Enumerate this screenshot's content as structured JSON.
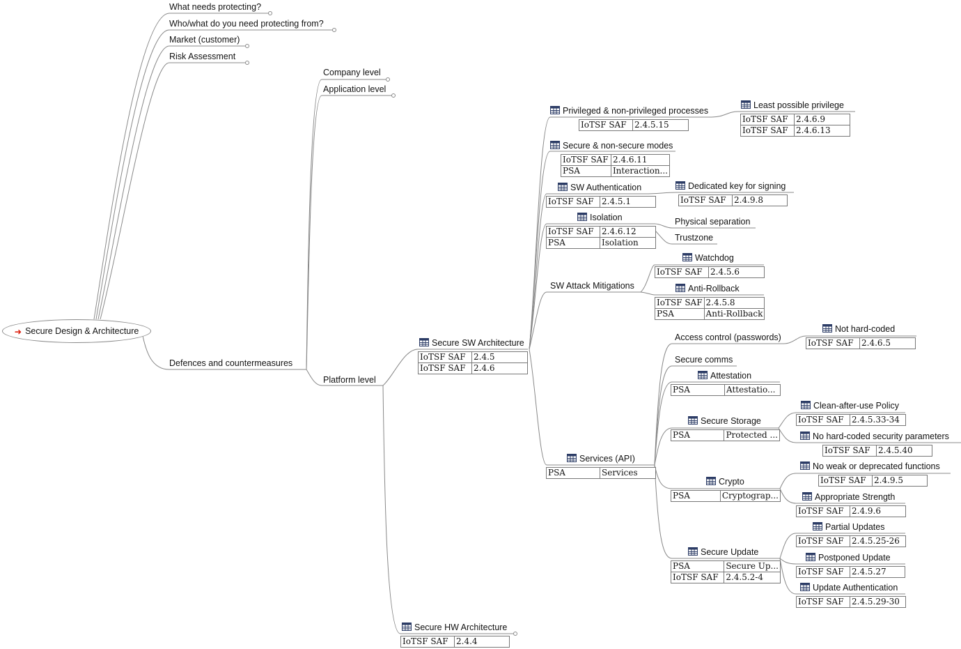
{
  "root": {
    "icon": "red-arrow-icon",
    "label": "Secure Design & Architecture"
  },
  "branches": {
    "what_needs_protecting": "What needs protecting?",
    "who_what_protecting_from": "Who/what do you need protecting from?",
    "market_customer": "Market (customer)",
    "risk_assessment": "Risk Assessment",
    "defences": "Defences and countermeasures"
  },
  "levels": {
    "company": "Company level",
    "application": "Application level",
    "platform": "Platform level"
  },
  "nodes": {
    "secure_sw_arch": "Secure SW Architecture",
    "secure_hw_arch": "Secure HW Architecture",
    "privileged": "Privileged & non-privileged processes",
    "least_privilege": "Least possible privilege",
    "secure_modes": "Secure & non-secure modes",
    "sw_auth": "SW Authentication",
    "dedicated_key": "Dedicated key for signing",
    "isolation": "Isolation",
    "physical_separation": "Physical separation",
    "trustzone": "Trustzone",
    "sw_attack": "SW Attack Mitigations",
    "watchdog": "Watchdog",
    "anti_rollback": "Anti-Rollback",
    "services_api": "Services (API)",
    "access_control": "Access control (passwords)",
    "not_hard_coded": "Not hard-coded",
    "secure_comms": "Secure comms",
    "attestation": "Attestation",
    "secure_storage": "Secure Storage",
    "clean_after_use": "Clean-after-use Policy",
    "no_hard_coded_params": "No hard-coded security parameters",
    "crypto": "Crypto",
    "no_weak": "No weak or deprecated functions",
    "appropriate_strength": "Appropriate Strength",
    "secure_update": "Secure Update",
    "partial_updates": "Partial Updates",
    "postponed_update": "Postponed Update",
    "update_auth": "Update Authentication"
  },
  "tables": {
    "sw_arch": [
      [
        "IoTSF SAF",
        "2.4.5"
      ],
      [
        "IoTSF SAF",
        "2.4.6"
      ]
    ],
    "hw_arch": [
      [
        "IoTSF SAF",
        "2.4.4"
      ]
    ],
    "privileged": [
      [
        "IoTSF SAF",
        "2.4.5.15"
      ]
    ],
    "least_privilege": [
      [
        "IoTSF SAF",
        "2.4.6.9"
      ],
      [
        "IoTSF SAF",
        "2.4.6.13"
      ]
    ],
    "secure_modes": [
      [
        "IoTSF SAF",
        "2.4.6.11"
      ],
      [
        "PSA",
        "Interaction..."
      ]
    ],
    "sw_auth": [
      [
        "IoTSF SAF",
        "2.4.5.1"
      ]
    ],
    "dedicated_key": [
      [
        "IoTSF SAF",
        "2.4.9.8"
      ]
    ],
    "isolation": [
      [
        "IoTSF SAF",
        "2.4.6.12"
      ],
      [
        "PSA",
        "Isolation"
      ]
    ],
    "watchdog": [
      [
        "IoTSF SAF",
        "2.4.5.6"
      ]
    ],
    "anti_rollback": [
      [
        "IoTSF SAF",
        "2.4.5.8"
      ],
      [
        "PSA",
        "Anti-Rollback"
      ]
    ],
    "services_api": [
      [
        "PSA",
        "Services"
      ]
    ],
    "not_hard_coded": [
      [
        "IoTSF SAF",
        "2.4.6.5"
      ]
    ],
    "attestation": [
      [
        "PSA",
        "Attestatio..."
      ]
    ],
    "secure_storage": [
      [
        "PSA",
        "Protected ..."
      ]
    ],
    "clean_after_use": [
      [
        "IoTSF SAF",
        "2.4.5.33-34"
      ]
    ],
    "no_hard_coded_params": [
      [
        "IoTSF SAF",
        "2.4.5.40"
      ]
    ],
    "crypto": [
      [
        "PSA",
        "Cryptograp..."
      ]
    ],
    "no_weak": [
      [
        "IoTSF SAF",
        "2.4.9.5"
      ]
    ],
    "appropriate_strength": [
      [
        "IoTSF SAF",
        "2.4.9.6"
      ]
    ],
    "secure_update": [
      [
        "PSA",
        "Secure Up..."
      ],
      [
        "IoTSF SAF",
        "2.4.5.2-4"
      ]
    ],
    "partial_updates": [
      [
        "IoTSF SAF",
        "2.4.5.25-26"
      ]
    ],
    "postponed_update": [
      [
        "IoTSF SAF",
        "2.4.5.27"
      ]
    ],
    "update_auth": [
      [
        "IoTSF SAF",
        "2.4.5.29-30"
      ]
    ]
  },
  "colors": {
    "line": "#777777",
    "root_arrow": "#dd2211",
    "table_icon": "#2c3c66"
  }
}
